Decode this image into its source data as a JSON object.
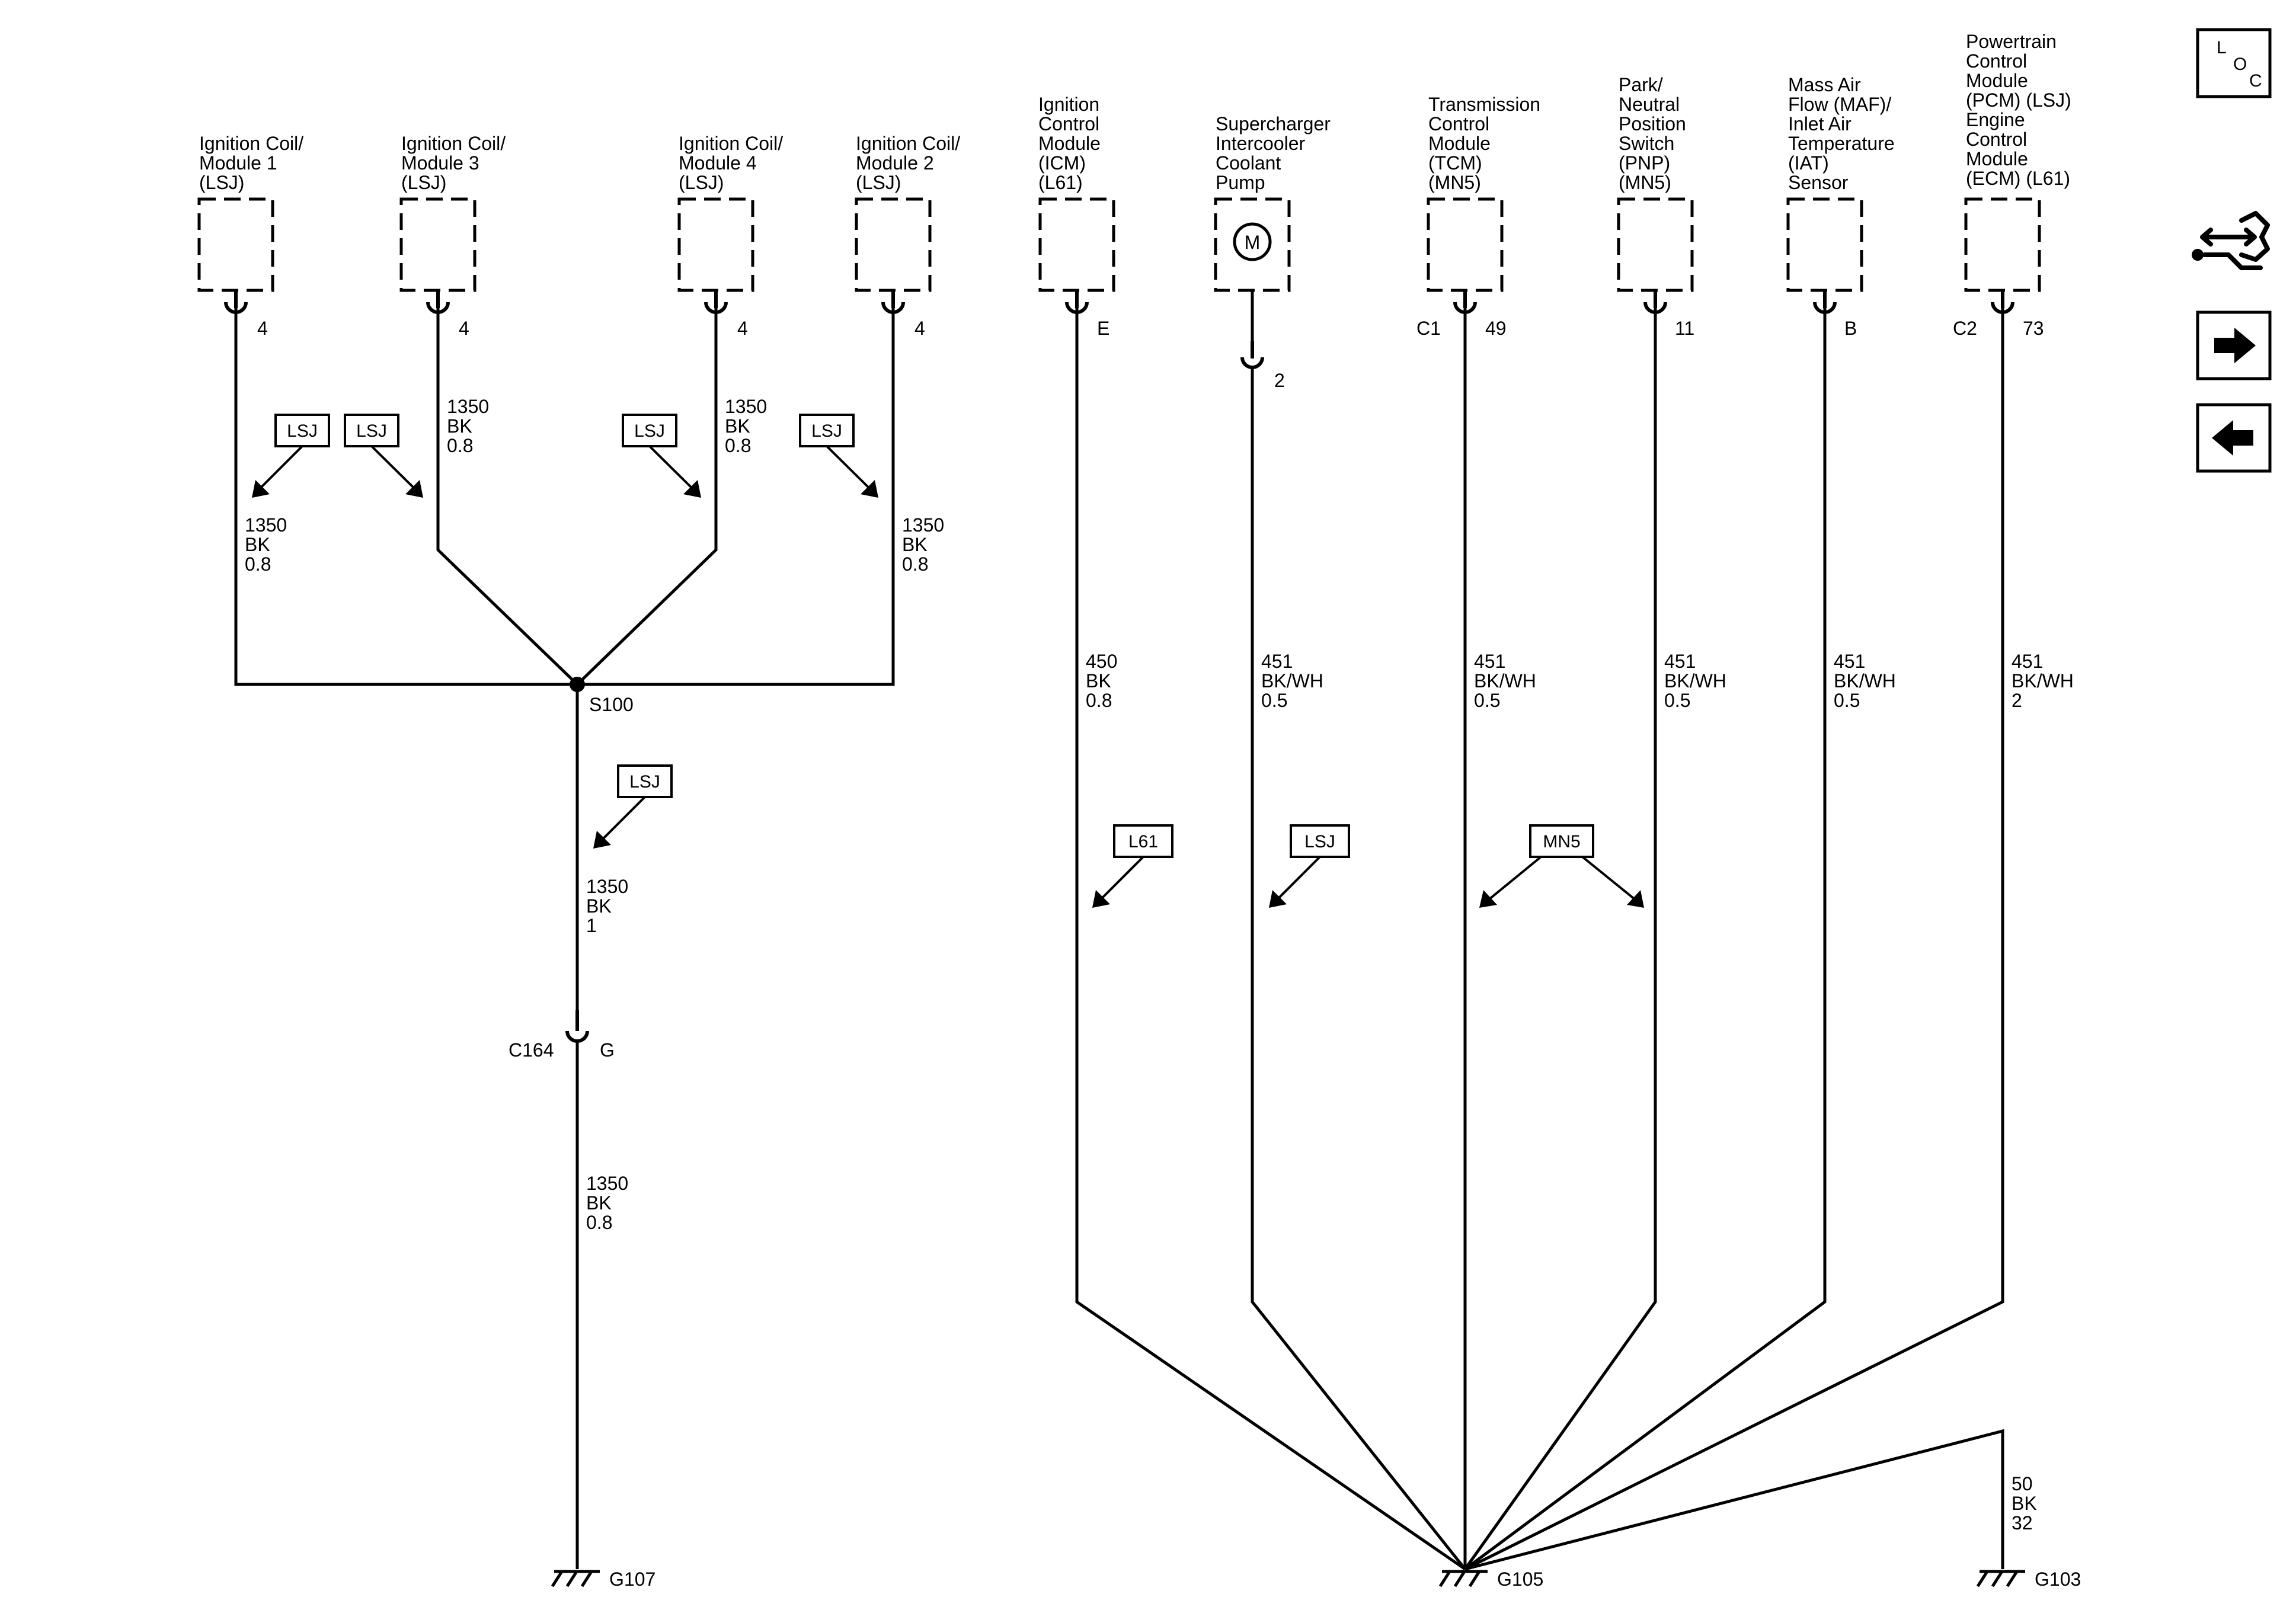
{
  "components": [
    {
      "id": "coil1",
      "lines": [
        "Ignition Coil/",
        "Module 1",
        "(LSJ)"
      ]
    },
    {
      "id": "coil3",
      "lines": [
        "Ignition Coil/",
        "Module 3",
        "(LSJ)"
      ]
    },
    {
      "id": "coil4",
      "lines": [
        "Ignition Coil/",
        "Module 4",
        "(LSJ)"
      ]
    },
    {
      "id": "coil2",
      "lines": [
        "Ignition Coil/",
        "Module 2",
        "(LSJ)"
      ]
    },
    {
      "id": "icm",
      "lines": [
        "Ignition",
        "Control",
        "Module",
        "(ICM)",
        "(L61)"
      ]
    },
    {
      "id": "pump",
      "lines": [
        "Supercharger",
        "Intercooler",
        "Coolant",
        "Pump"
      ]
    },
    {
      "id": "tcm",
      "lines": [
        "Transmission",
        "Control",
        "Module",
        "(TCM)",
        "(MN5)"
      ]
    },
    {
      "id": "pnp",
      "lines": [
        "Park/",
        "Neutral",
        "Position",
        "Switch",
        "(PNP)",
        "(MN5)"
      ]
    },
    {
      "id": "maf",
      "lines": [
        "Mass Air",
        "Flow (MAF)/",
        "Inlet Air",
        "Temperature",
        "(IAT)",
        "Sensor"
      ]
    },
    {
      "id": "pcm",
      "lines": [
        "Powertrain",
        "Control",
        "Module",
        "(PCM) (LSJ)",
        "Engine",
        "Control",
        "Module",
        "(ECM) (L61)"
      ]
    }
  ],
  "motor_symbol": "M",
  "pins": {
    "coil1": "4",
    "coil3": "4",
    "coil4": "4",
    "coil2": "4",
    "icm": "E",
    "pump": "2",
    "tcm_conn": "C1",
    "tcm": "49",
    "pnp": "11",
    "maf": "B",
    "pcm_conn": "C2",
    "pcm": "73"
  },
  "wires": {
    "coil1": [
      "1350",
      "BK",
      "0.8"
    ],
    "coil3": [
      "1350",
      "BK",
      "0.8"
    ],
    "coil4": [
      "1350",
      "BK",
      "0.8"
    ],
    "coil2": [
      "1350",
      "BK",
      "0.8"
    ],
    "s100_down": [
      "1350",
      "BK",
      "1"
    ],
    "c164_down": [
      "1350",
      "BK",
      "0.8"
    ],
    "icm": [
      "450",
      "BK",
      "0.8"
    ],
    "pump": [
      "451",
      "BK/WH",
      "0.5"
    ],
    "tcm": [
      "451",
      "BK/WH",
      "0.5"
    ],
    "pnp": [
      "451",
      "BK/WH",
      "0.5"
    ],
    "maf": [
      "451",
      "BK/WH",
      "0.5"
    ],
    "pcm": [
      "451",
      "BK/WH",
      "2"
    ],
    "g103": [
      "50",
      "BK",
      "32"
    ]
  },
  "option_tags": {
    "lsj_a": "LSJ",
    "lsj_b": "LSJ",
    "lsj_c": "LSJ",
    "lsj_d": "LSJ",
    "lsj_e": "LSJ",
    "l61": "L61",
    "lsj_f": "LSJ",
    "mn5": "MN5"
  },
  "splice": "S100",
  "connector": {
    "name": "C164",
    "pin": "G"
  },
  "grounds": {
    "g107": "G107",
    "g105": "G105",
    "g103": "G103"
  },
  "side_buttons": {
    "loc": {
      "l": "L",
      "o": "O",
      "c": "C"
    },
    "icons": [
      "connector-flow-icon",
      "arrow-right-icon",
      "arrow-left-icon"
    ]
  }
}
